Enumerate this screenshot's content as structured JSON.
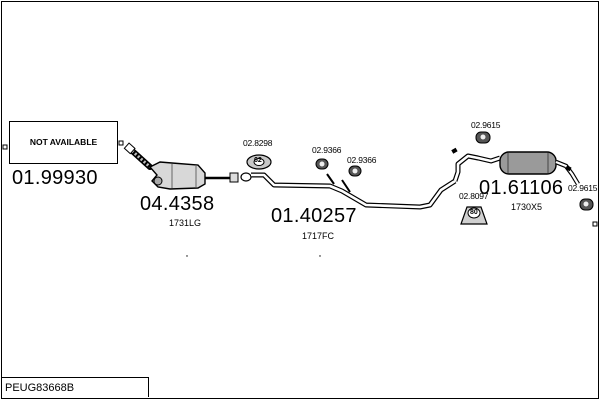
{
  "not_available": "NOT AVAILABLE",
  "kit_code": "PEUG83668B",
  "parts": {
    "p1": {
      "number": "01.99930"
    },
    "p2": {
      "number": "04.4358",
      "ref": "1731LG"
    },
    "p3": {
      "number": "01.40257",
      "ref": "1717FC"
    },
    "p4": {
      "number": "01.61106",
      "ref": "1730X5"
    }
  },
  "fittings": {
    "f1": "02.8298",
    "f2": "02.9366",
    "f3": "02.9366",
    "f4": "02.9615",
    "f5": "02.8097",
    "f6": "02.9615"
  },
  "badges": {
    "f1": "62",
    "f5": "80"
  }
}
